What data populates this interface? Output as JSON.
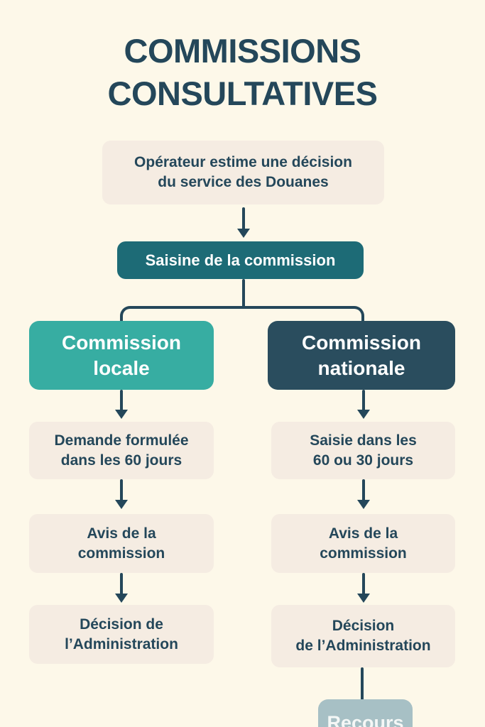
{
  "page": {
    "background_color": "#fdf8e9",
    "title_color": "#24475a"
  },
  "title": {
    "line1": "COMMISSIONS",
    "line2": "CONSULTATIVES",
    "full": "COMMISSIONS CONSULTATIVES"
  },
  "flow": {
    "start": {
      "label": "Opérateur estime une décision\ndu service des Douanes",
      "color": "#f5ece2"
    },
    "saisine": {
      "label": "Saisine de la commission",
      "color": "#1d6b76"
    },
    "branches": [
      {
        "header": {
          "label": "Commission\nlocale",
          "color": "#37ada2"
        },
        "steps": [
          {
            "label": "Demande formulée\ndans les 60 jours",
            "color": "#f5ece2"
          },
          {
            "label": "Avis de la\ncommission",
            "color": "#f5ece2"
          },
          {
            "label": "Décision de\nl’Administration",
            "color": "#f5ece2"
          }
        ]
      },
      {
        "header": {
          "label": "Commission\nnationale",
          "color": "#2a4d5e"
        },
        "steps": [
          {
            "label": "Saisie dans les\n60 ou 30 jours",
            "color": "#f5ece2"
          },
          {
            "label": "Avis de la\ncommission",
            "color": "#f5ece2"
          },
          {
            "label": "Décision\nde l’Administration",
            "color": "#f5ece2"
          },
          {
            "label": "Recours",
            "color": "#a7c0c5"
          }
        ]
      }
    ]
  }
}
